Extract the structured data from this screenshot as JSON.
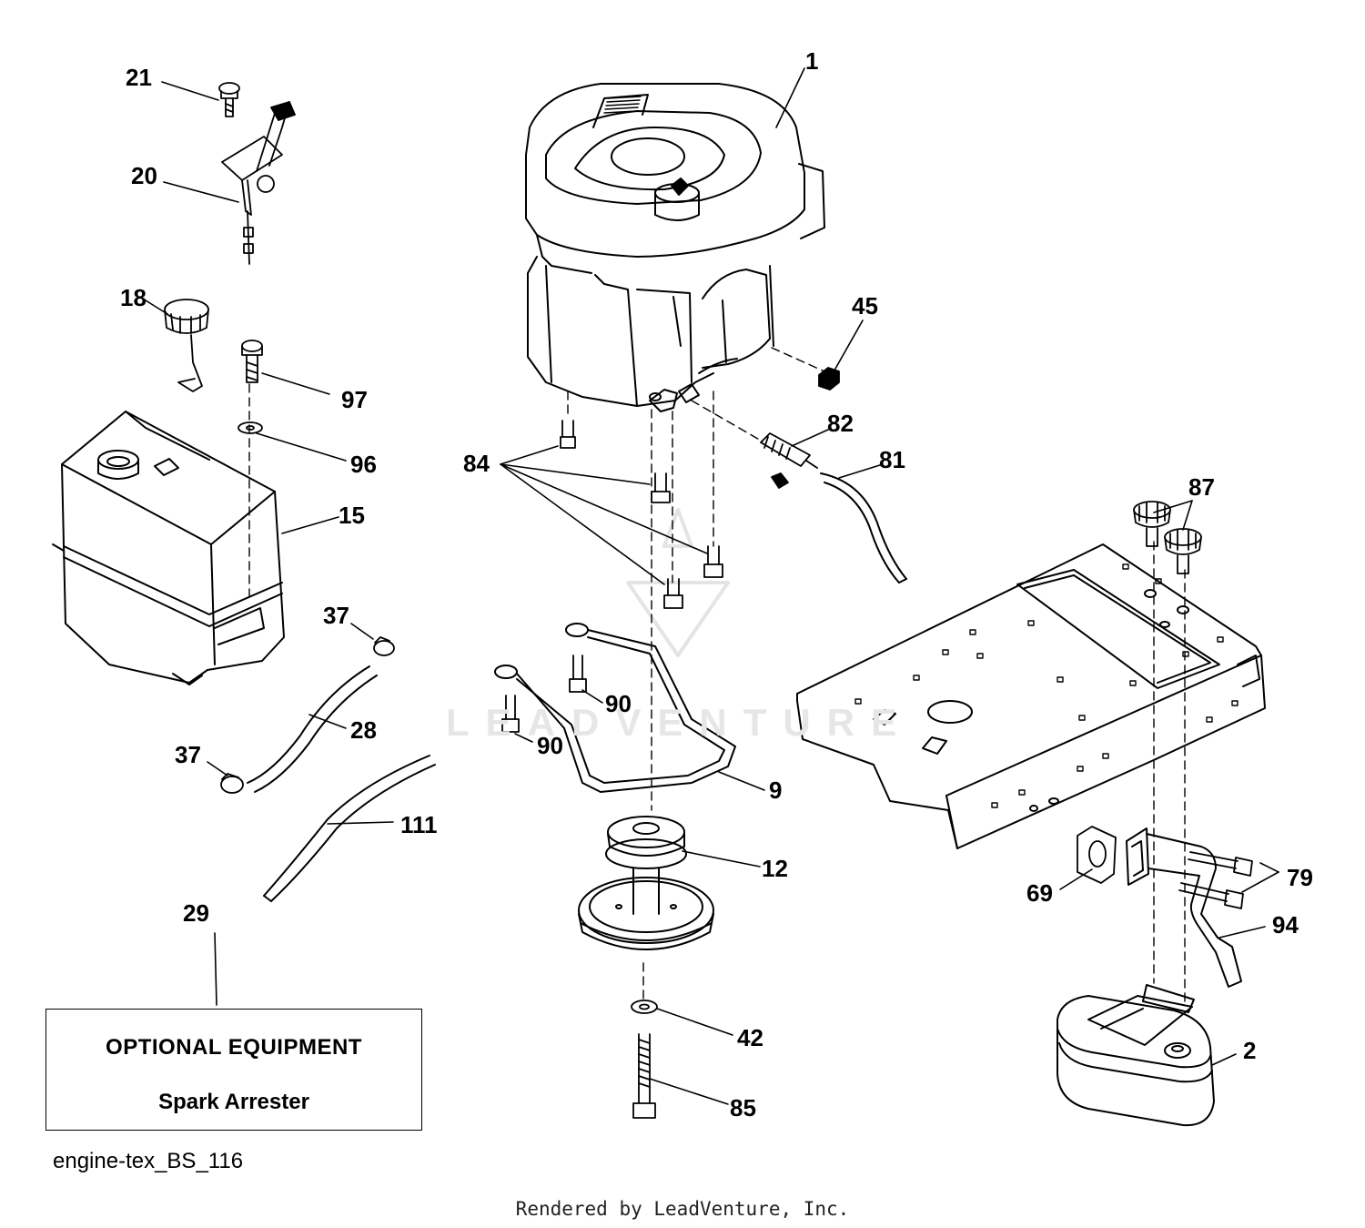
{
  "watermark": "LEADVENTURE",
  "part_labels": {
    "p1": "1",
    "p2": "2",
    "p9": "9",
    "p12": "12",
    "p15": "15",
    "p18": "18",
    "p20": "20",
    "p21": "21",
    "p28": "28",
    "p29": "29",
    "p37a": "37",
    "p37b": "37",
    "p42": "42",
    "p45": "45",
    "p69": "69",
    "p79": "79",
    "p81": "81",
    "p82": "82",
    "p84": "84",
    "p85": "85",
    "p87": "87",
    "p90a": "90",
    "p90b": "90",
    "p94": "94",
    "p96": "96",
    "p97": "97",
    "p111": "111"
  },
  "optional_equipment": {
    "title": "OPTIONAL EQUIPMENT",
    "item": "Spark Arrester"
  },
  "diagram_id": "engine-tex_BS_116",
  "render_credit": "Rendered by LeadVenture, Inc."
}
